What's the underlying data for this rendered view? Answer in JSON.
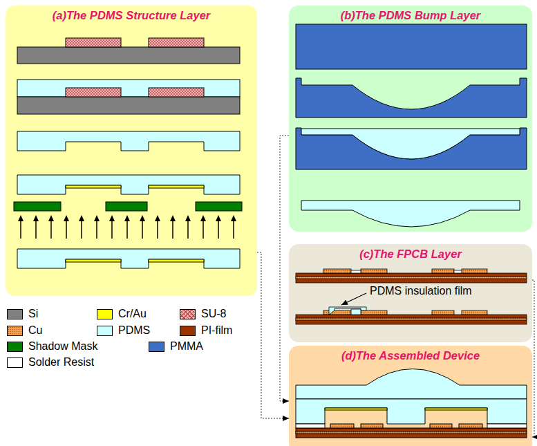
{
  "diagram": {
    "nodes": [
      {
        "text": [
          "(a)The PDMS Structure Layer"
        ]
      },
      {
        "text": [
          "(b)The PDMS Bump Layer"
        ]
      },
      {
        "text": [
          "(c)The FPCB Layer"
        ]
      },
      {
        "text": [
          "(d)The Assembled Device"
        ]
      }
    ],
    "edges": [
      {
        "from": 0,
        "to": 3,
        "arrow": "to"
      },
      {
        "from": 1,
        "to": 3,
        "arrow": "to"
      },
      {
        "from": 2,
        "to": 3,
        "arrow": "to"
      }
    ],
    "labels": [
      "PDMS insulation film"
    ],
    "legend": [
      {
        "text": "Si",
        "color": "#808080"
      },
      {
        "text": "Cr/Au",
        "color": "#ffff00"
      },
      {
        "text": "SU-8"
      },
      {
        "text": "Cu"
      },
      {
        "text": "PDMS",
        "color": "#ccffff"
      },
      {
        "text": "PI-film",
        "color": "#993300"
      },
      {
        "text": "Shadow Mask",
        "color": "#008000"
      },
      {
        "text": "PMMA",
        "color": "#3f6fc4"
      },
      {
        "text": "Solder Resist",
        "color": "#ffffff"
      }
    ]
  }
}
